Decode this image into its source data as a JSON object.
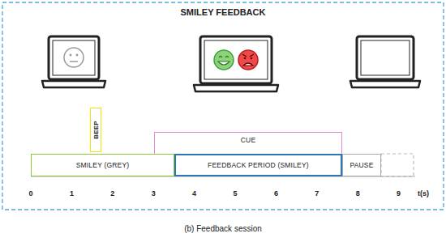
{
  "diagram": {
    "title": "SMILEY FEEDBACK",
    "caption": "(b) Feedback session",
    "nodes": [
      {
        "text": [
          "SMILEY (GREY)"
        ]
      },
      {
        "text": [
          "BEEP"
        ]
      },
      {
        "text": [
          "CUE"
        ]
      },
      {
        "text": [
          "FEEDBACK PERIOD (SMILEY)"
        ]
      },
      {
        "text": [
          "PAUSE"
        ]
      }
    ],
    "labels": [
      "0",
      "1",
      "2",
      "3",
      "4",
      "5",
      "6",
      "7",
      "8",
      "9",
      "t(s)"
    ]
  }
}
